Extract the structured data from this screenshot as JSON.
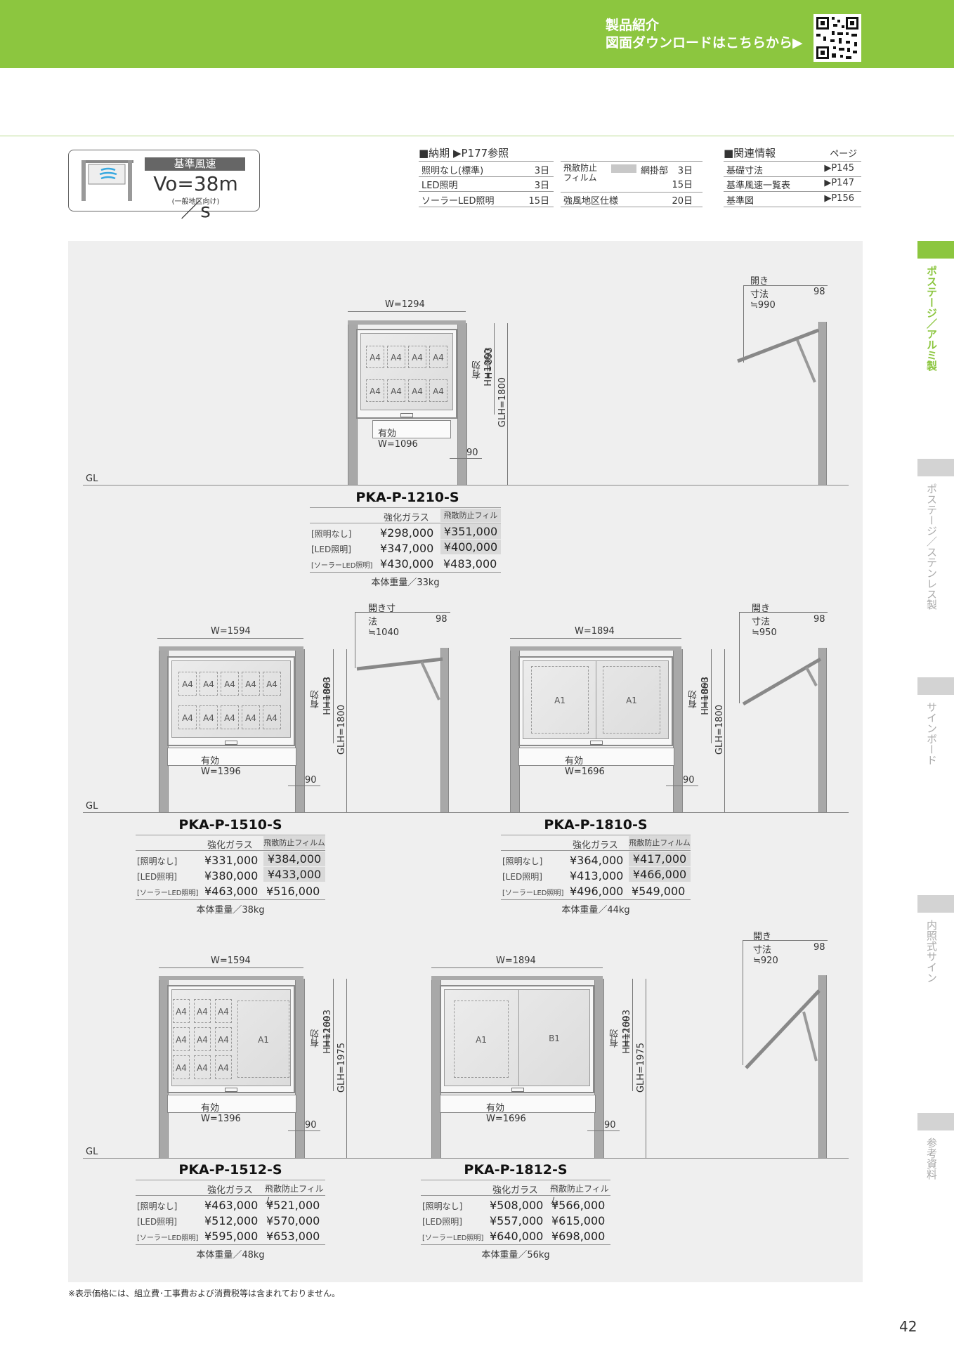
{
  "header": {
    "line1": "製品紹介",
    "line2": "図面ダウンロードはこちらから▶",
    "qr": "qr-code-icon",
    "color": "#8cc63f"
  },
  "wind": {
    "badge": "基準風速",
    "speed": "Vo=38m／s",
    "note": "(一般地区向け)",
    "icon": "wind-icon"
  },
  "delivery": {
    "title": "■納期 ▶P177参照",
    "rows": [
      {
        "label": "照明なし(標準)",
        "days": "3日"
      },
      {
        "label": "LED照明",
        "days": "3日"
      },
      {
        "label": "ソーラーLED照明",
        "days": "15日"
      }
    ],
    "film_label": "飛散防止フィルム",
    "film_opt1": "網掛部",
    "film_days1": "3日",
    "film_days2": "15日",
    "wind_label": "強風地区仕様",
    "wind_days": "20日"
  },
  "related": {
    "title": "■関連情報",
    "page_head": "ページ",
    "rows": [
      {
        "label": "基礎寸法",
        "page": "▶P145"
      },
      {
        "label": "基準風速一覧表",
        "page": "▶P147"
      },
      {
        "label": "基準図",
        "page": "▶P156"
      }
    ]
  },
  "price_head": {
    "glass": "強化ガラス",
    "film": "飛散防止フィルム"
  },
  "price_labels": {
    "none": "[照明なし]",
    "led": "[LED照明]",
    "solar": "[ソーラーLED照明]"
  },
  "gl": "GL",
  "a4": "A4",
  "models": [
    {
      "name": "PKA-P-1210-S",
      "w": "W=1294",
      "eff_w": "有効W=1096",
      "eff_h": "有効H=893",
      "h": "H=1060",
      "glh": "GLH=1800",
      "foot": "90",
      "open": "開き寸法≒990",
      "depth": "98",
      "prices": [
        [
          "¥298,000",
          "¥351,000"
        ],
        [
          "¥347,000",
          "¥400,000"
        ],
        [
          "¥430,000",
          "¥483,000"
        ]
      ],
      "weight": "本体重量／33kg"
    },
    {
      "name": "PKA-P-1510-S",
      "w": "W=1594",
      "eff_w": "有効W=1396",
      "eff_h": "有効H=893",
      "h": "H=1060",
      "glh": "GLH=1800",
      "foot": "90",
      "open": "開き寸法≒1040",
      "depth": "98",
      "prices": [
        [
          "¥331,000",
          "¥384,000"
        ],
        [
          "¥380,000",
          "¥433,000"
        ],
        [
          "¥463,000",
          "¥516,000"
        ]
      ],
      "weight": "本体重量／38kg"
    },
    {
      "name": "PKA-P-1810-S",
      "w": "W=1894",
      "eff_w": "有効W=1696",
      "eff_h": "有効H=893",
      "h": "H=1060",
      "glh": "GLH=1800",
      "foot": "90",
      "open": "開き寸法≒950",
      "depth": "98",
      "sheets": [
        "A1",
        "A1"
      ],
      "prices": [
        [
          "¥364,000",
          "¥417,000"
        ],
        [
          "¥413,000",
          "¥466,000"
        ],
        [
          "¥496,000",
          "¥549,000"
        ]
      ],
      "weight": "本体重量／44kg"
    },
    {
      "name": "PKA-P-1512-S",
      "w": "W=1594",
      "eff_w": "有効W=1396",
      "eff_h": "有効H=1093",
      "h": "H=1260",
      "glh": "GLH=1975",
      "foot": "90",
      "sheets": [
        "A1"
      ],
      "prices": [
        [
          "¥463,000",
          "¥521,000"
        ],
        [
          "¥512,000",
          "¥570,000"
        ],
        [
          "¥595,000",
          "¥653,000"
        ]
      ],
      "weight": "本体重量／48kg"
    },
    {
      "name": "PKA-P-1812-S",
      "w": "W=1894",
      "eff_w": "有効W=1696",
      "eff_h": "有効H=1093",
      "h": "H=1260",
      "glh": "GLH=1975",
      "foot": "90",
      "open": "開き寸法≒920",
      "depth": "98",
      "sheets": [
        "A1",
        "B1"
      ],
      "prices": [
        [
          "¥508,000",
          "¥566,000"
        ],
        [
          "¥557,000",
          "¥615,000"
        ],
        [
          "¥640,000",
          "¥698,000"
        ]
      ],
      "weight": "本体重量／56kg"
    }
  ],
  "side_tabs": [
    "ポステージ／アルミ製",
    "ポステージ／ステンレス製",
    "サインボード",
    "内照式サイン",
    "参考資料"
  ],
  "footnote": "※表示価格には、組立費･工事費および消費税等は含まれておりません。",
  "page_number": "42"
}
